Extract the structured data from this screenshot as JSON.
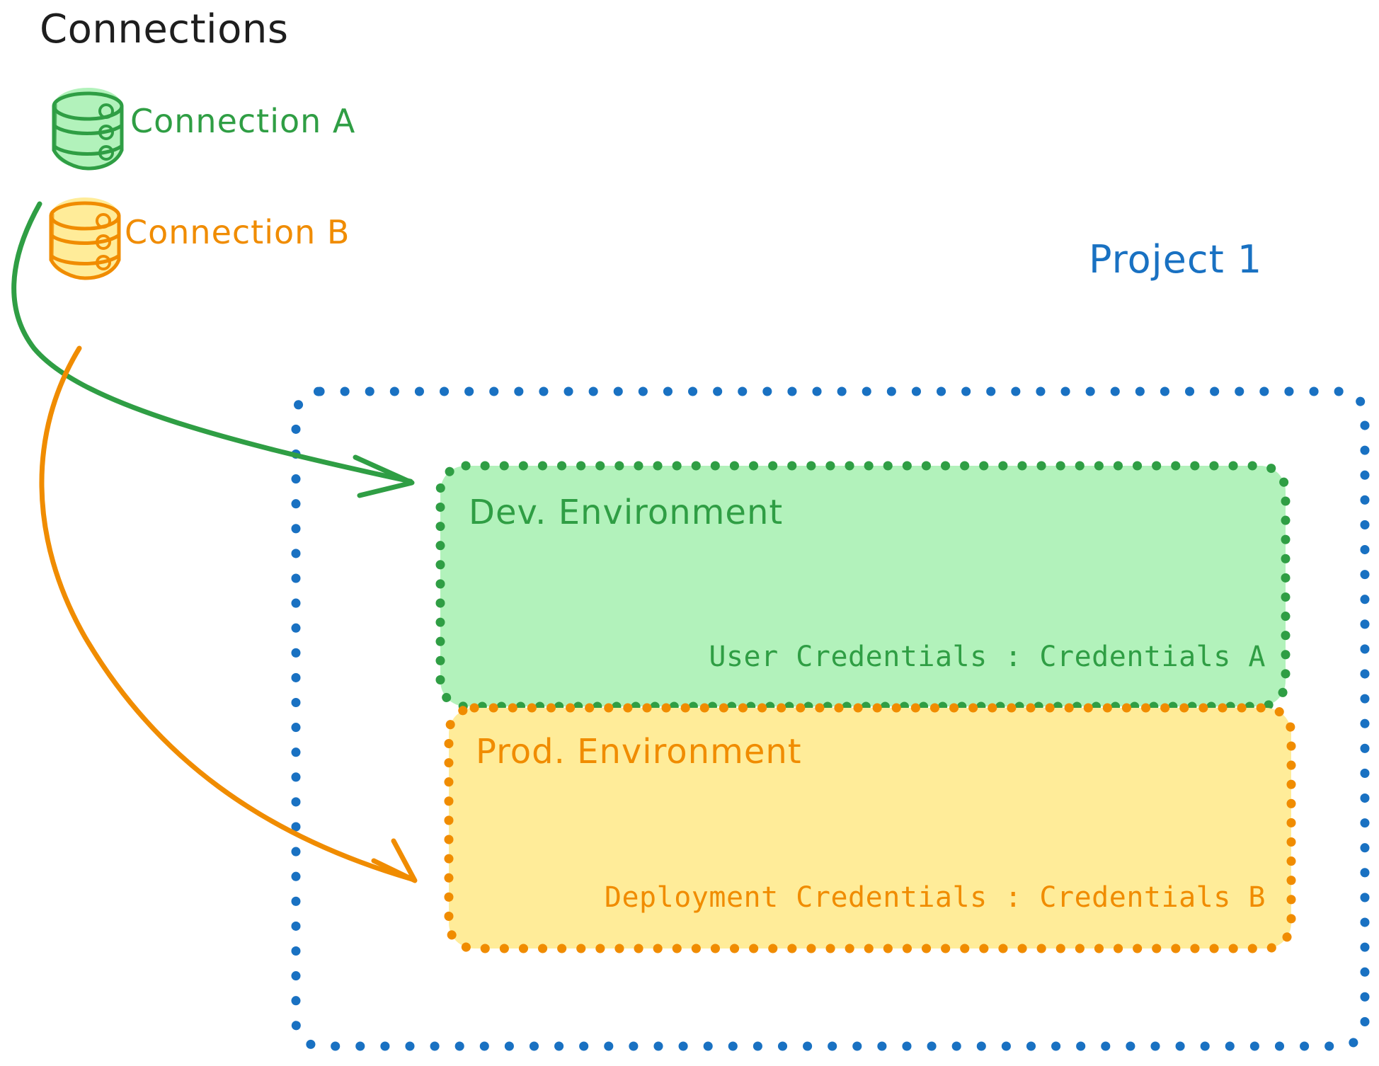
{
  "diagram": {
    "title": "Connections",
    "title_color": "#1e1e1e",
    "background": "#ffffff"
  },
  "connections": [
    {
      "id": "connection-a",
      "label": "Connection A",
      "icon": "database-cylinder-icon",
      "color": "#2f9e44",
      "fill": "#b2f2bb",
      "target": "Dev. Environment"
    },
    {
      "id": "connection-b",
      "label": "Connection B",
      "icon": "database-cylinder-icon",
      "color": "#f08c00",
      "fill": "#ffec99",
      "target": "Prod. Environment"
    }
  ],
  "project": {
    "label": "Project 1",
    "border_color": "#1971c2",
    "border_style": "dotted",
    "environments": [
      {
        "id": "dev-environment",
        "title": "Dev. Environment",
        "credential_label": "User Credentials",
        "credential_separator": ":",
        "credential_value": "Credentials A",
        "credential_line": "User Credentials : Credentials A",
        "fill": "#b2f2bb",
        "border_color": "#2f9e44",
        "text_color": "#2f9e44"
      },
      {
        "id": "prod-environment",
        "title": "Prod. Environment",
        "credential_label": "Deployment Credentials",
        "credential_separator": ":",
        "credential_value": "Credentials B",
        "credential_line": "Deployment Credentials : Credentials B",
        "fill": "#ffec99",
        "border_color": "#f08c00",
        "text_color": "#f08c00"
      }
    ]
  },
  "arrows": [
    {
      "id": "arrow-connection-a-to-dev",
      "from": "Connection A",
      "to": "Dev. Environment",
      "color": "#2f9e44"
    },
    {
      "id": "arrow-connection-b-to-prod",
      "from": "Connection B",
      "to": "Prod. Environment",
      "color": "#f08c00"
    }
  ]
}
